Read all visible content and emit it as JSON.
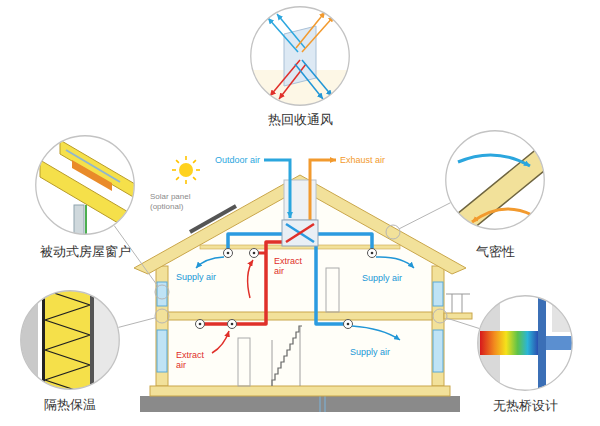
{
  "diagram": {
    "nodes": [
      {
        "text": [
          "热回收通风"
        ]
      },
      {
        "text": [
          "被动式房屋窗户"
        ]
      },
      {
        "text": [
          "气密性"
        ]
      },
      {
        "text": [
          "隔热保温"
        ]
      },
      {
        "text": [
          "无热桥设计"
        ]
      }
    ],
    "labels": [
      "Outdoor air",
      "Exhaust air",
      "Solar panel (optional)",
      "Supply air",
      "Extract air",
      "Supply air",
      "Extract air",
      "Supply air"
    ]
  }
}
